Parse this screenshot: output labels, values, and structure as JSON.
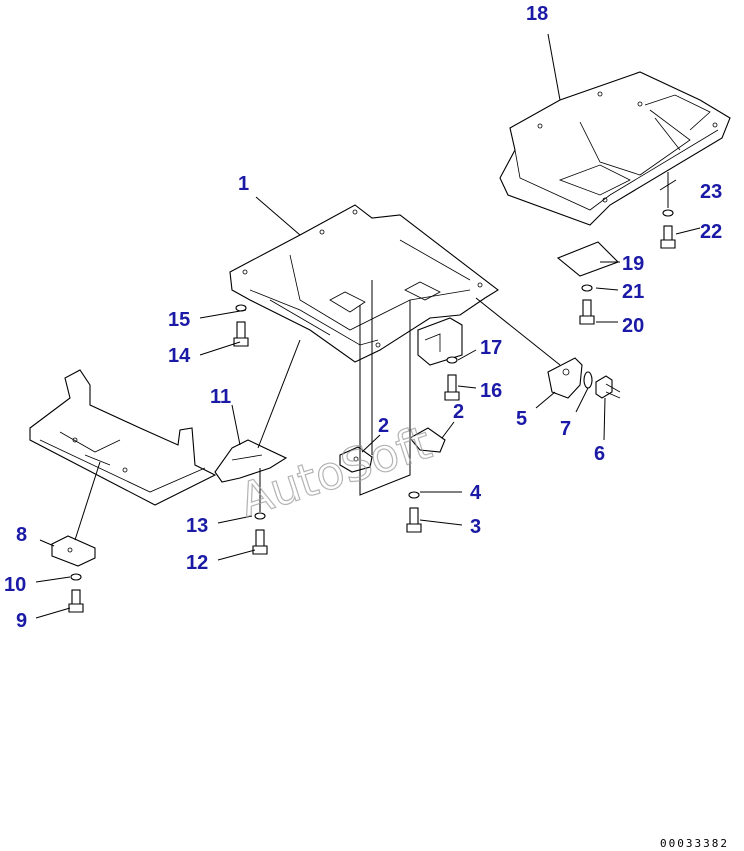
{
  "diagram": {
    "watermark": "AutoSoft",
    "reference_number": "00033382",
    "callout_color": "#1a1aa6",
    "callouts": [
      "1",
      "2",
      "2",
      "3",
      "4",
      "5",
      "6",
      "7",
      "8",
      "9",
      "10",
      "11",
      "12",
      "13",
      "14",
      "15",
      "16",
      "17",
      "18",
      "19",
      "20",
      "21",
      "22",
      "23"
    ]
  }
}
